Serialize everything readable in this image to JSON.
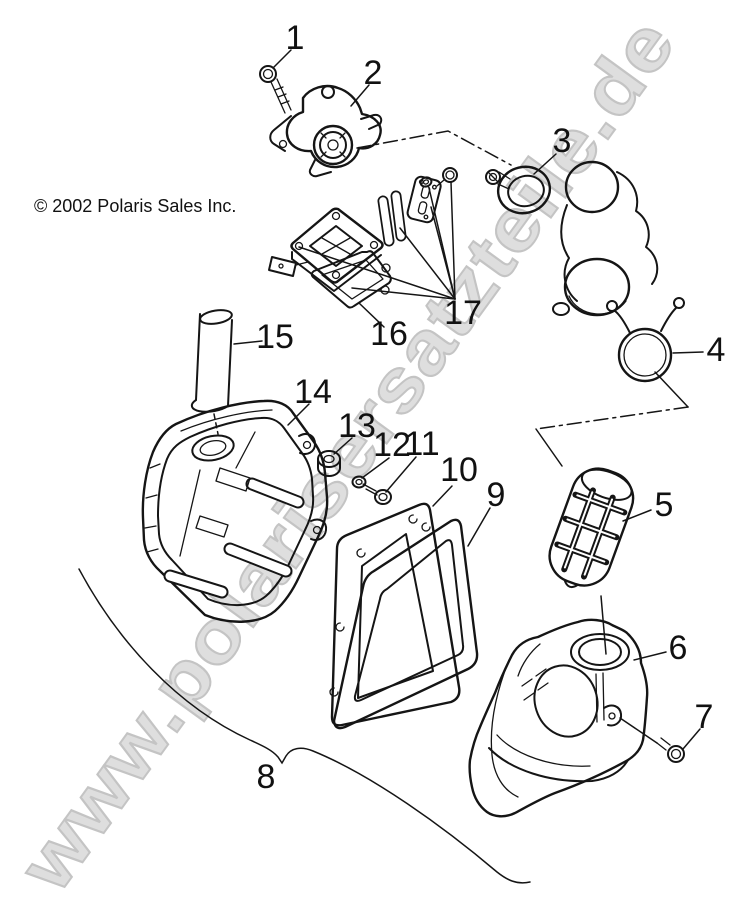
{
  "copyright": "© 2002 Polaris Sales Inc.",
  "watermark": "www.polarisersatzteile.de",
  "colors": {
    "line": "#151515",
    "watermark_fill": "#dedede",
    "watermark_stroke": "#c4c4c4",
    "background": "#ffffff"
  },
  "callouts": [
    {
      "label": "1"
    },
    {
      "label": "2"
    },
    {
      "label": "3"
    },
    {
      "label": "4"
    },
    {
      "label": "5"
    },
    {
      "label": "6"
    },
    {
      "label": "7"
    },
    {
      "label": "8"
    },
    {
      "label": "9"
    },
    {
      "label": "10"
    },
    {
      "label": "11"
    },
    {
      "label": "12"
    },
    {
      "label": "13"
    },
    {
      "label": "14"
    },
    {
      "label": "15"
    },
    {
      "label": "16"
    },
    {
      "label": "17"
    }
  ]
}
